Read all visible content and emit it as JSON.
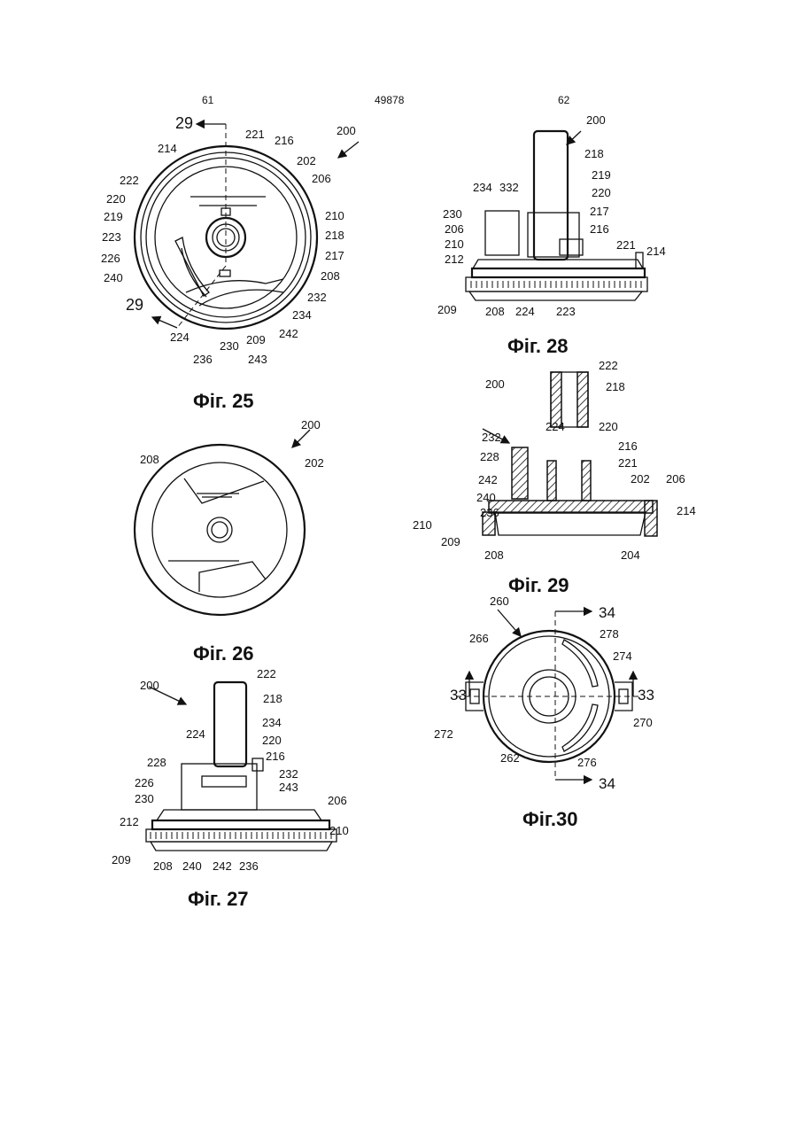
{
  "header": {
    "left": "61",
    "center": "49878",
    "right": "62"
  },
  "fig25": {
    "caption": "Фіг. 25",
    "section_a": "29",
    "section_b": "29",
    "labels": [
      "200",
      "214",
      "221",
      "216",
      "202",
      "222",
      "206",
      "220",
      "210",
      "219",
      "218",
      "223",
      "217",
      "226",
      "208",
      "240",
      "232",
      "234",
      "242",
      "224",
      "230",
      "209",
      "236",
      "243"
    ]
  },
  "fig26": {
    "caption": "Фіг. 26",
    "labels": [
      "200",
      "208",
      "202"
    ]
  },
  "fig27": {
    "caption": "Фіг. 27",
    "labels": [
      "200",
      "222",
      "218",
      "234",
      "224",
      "220",
      "216",
      "228",
      "232",
      "226",
      "243",
      "230",
      "206",
      "212",
      "210",
      "209",
      "208",
      "240",
      "242",
      "236"
    ]
  },
  "fig28": {
    "caption": "Фіг. 28",
    "labels": [
      "200",
      "218",
      "219",
      "234",
      "332",
      "220",
      "230",
      "217",
      "206",
      "216",
      "210",
      "221",
      "212",
      "214",
      "209",
      "208",
      "224",
      "223"
    ]
  },
  "fig29": {
    "caption": "Фіг. 29",
    "labels": [
      "222",
      "218",
      "200",
      "224",
      "220",
      "232",
      "216",
      "228",
      "221",
      "242",
      "202",
      "206",
      "240",
      "236",
      "214",
      "210",
      "209",
      "208",
      "204"
    ]
  },
  "fig30": {
    "caption": "Фіг.30",
    "labels": [
      "260",
      "34",
      "278",
      "266",
      "274",
      "33",
      "33",
      "272",
      "270",
      "262",
      "276",
      "34"
    ]
  }
}
